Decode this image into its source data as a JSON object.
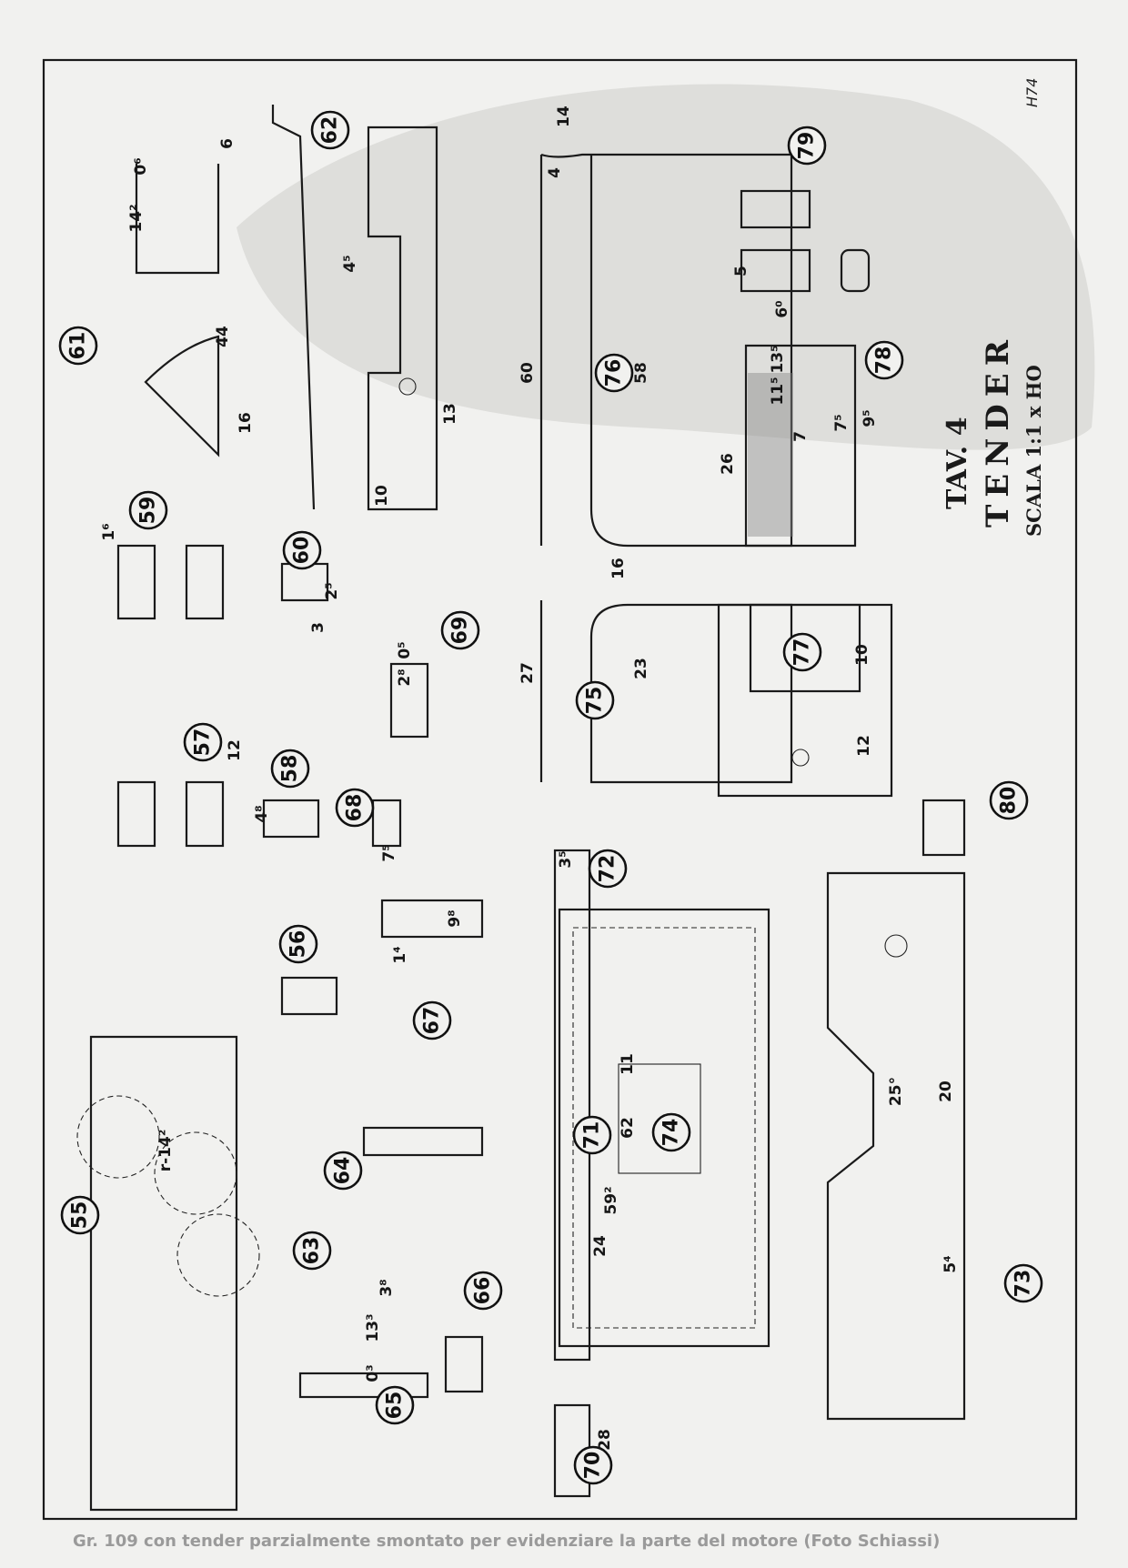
{
  "title": {
    "plate": "TAV. 4",
    "name": "TENDER",
    "scale": "SCALA 1:1 x HO"
  },
  "signature": "H74",
  "caption": "Gr. 109 con tender parzialmente smontato per evidenziare la parte del motore (Foto Schiassi)",
  "parts": [
    "55",
    "56",
    "57",
    "58",
    "59",
    "60",
    "61",
    "62",
    "63",
    "64",
    "65",
    "66",
    "67",
    "68",
    "69",
    "70",
    "71",
    "72",
    "73",
    "74",
    "75",
    "76",
    "77",
    "78",
    "79",
    "80"
  ],
  "dimensions": [
    "60",
    "58",
    "27",
    "23",
    "16",
    "12",
    "14",
    "4",
    "26",
    "13⁵",
    "11⁵",
    "7",
    "7⁵",
    "9⁵",
    "10",
    "5",
    "6⁰",
    "3⁵",
    "62",
    "59²",
    "24",
    "11",
    "28",
    "20",
    "25°",
    "5⁴",
    "44",
    "16",
    "13",
    "10",
    "14²",
    "0⁶",
    "6",
    "4⁵",
    "2⁵",
    "1⁶",
    "3",
    "12",
    "2⁸",
    "0⁵",
    "4⁸",
    "7⁵",
    "9⁸",
    "1⁴",
    "3⁸",
    "13³",
    "0³",
    "r-14²"
  ],
  "colors": {
    "ink": "#1a1a1a",
    "paper": "#f1f1ef",
    "ghost": "#9a9a9a"
  }
}
